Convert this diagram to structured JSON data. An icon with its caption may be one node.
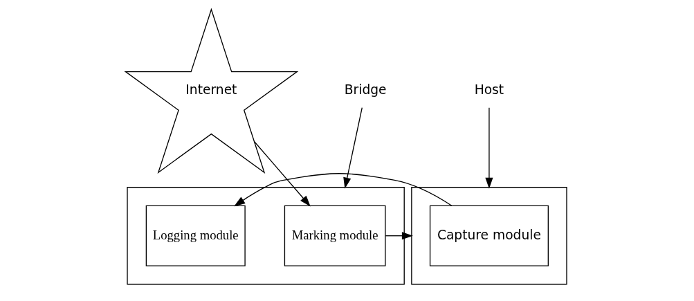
{
  "diagram": {
    "nodes": [
      {
        "text": [
          "Internet"
        ]
      },
      {
        "text": [
          "Bridge"
        ]
      },
      {
        "text": [],
        "shape": "box"
      },
      {
        "text": [
          "Marking module"
        ],
        "in": 2
      },
      {
        "text": [
          "Logging module"
        ],
        "in": 2
      },
      {
        "text": [
          "Host"
        ]
      },
      {
        "text": [],
        "shape": "box"
      },
      {
        "text": [
          "Capture module"
        ],
        "in": 6
      }
    ],
    "edges": [
      {
        "from": 0,
        "to": 3,
        "arrow": "to"
      },
      {
        "from": 1,
        "to": 2,
        "arrow": "to"
      },
      {
        "from": 5,
        "to": 6,
        "arrow": "to"
      },
      {
        "from": 7,
        "to": 4,
        "arrow": "to"
      },
      {
        "from": 3,
        "to": 6,
        "arrow": "to"
      }
    ]
  }
}
